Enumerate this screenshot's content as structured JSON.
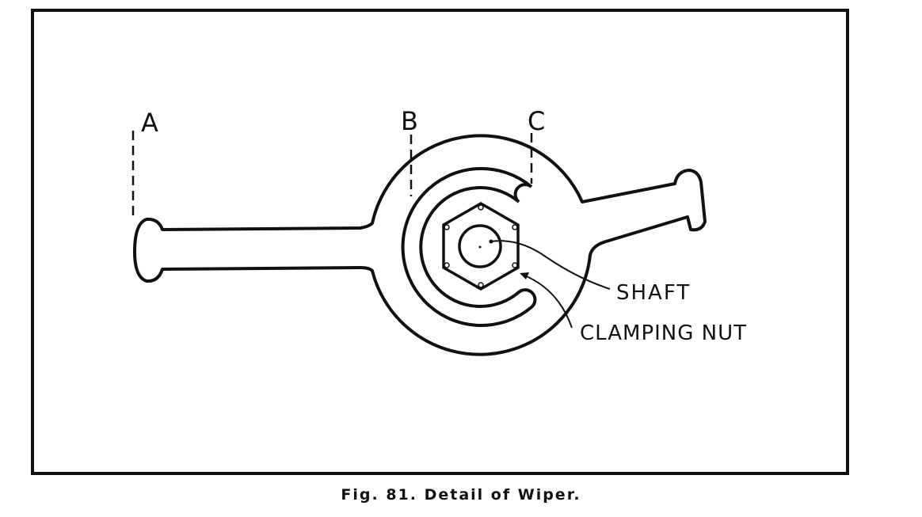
{
  "figure": {
    "labels": {
      "a": "A",
      "b": "B",
      "c": "C",
      "shaft": "SHAFT",
      "clamping_nut": "CLAMPING NUT"
    },
    "caption": "Fig. 81.  Detail of Wiper.",
    "ink_color": "#111111"
  }
}
